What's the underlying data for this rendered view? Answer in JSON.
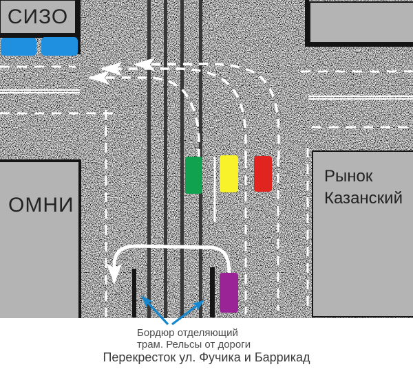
{
  "buildings": {
    "sizo": "СИЗО",
    "omni": "ОМНИ",
    "rynok": [
      "Рынок",
      "Казанский"
    ]
  },
  "annotation": {
    "line1": "Бордюр отделяющий",
    "line2": "трам. Рельсы от дороги"
  },
  "caption": "Перекресток ул. Фучика и Баррикад",
  "colors": {
    "building_gray": "#b4b4b4",
    "road_marking": "#ffffff",
    "rail_dark": "#373737",
    "curb_black": "#161616",
    "callout_blue": "#1487ce",
    "car_green": "#10a24e",
    "car_yellow": "#f8f22a",
    "car_red": "#e02520",
    "car_purple": "#9a2496",
    "vehicle_blue": "#1f8fe0"
  }
}
